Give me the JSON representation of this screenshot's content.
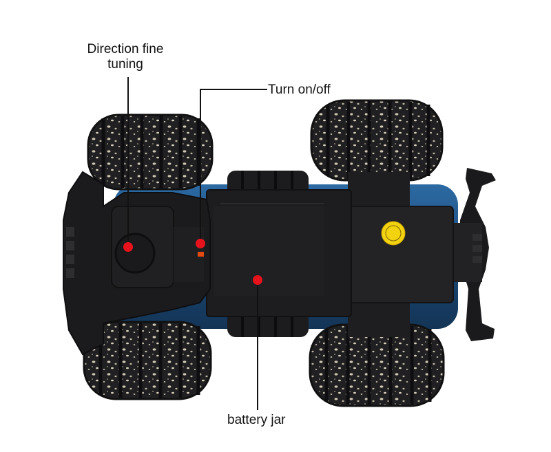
{
  "callouts": {
    "direction_fine_tuning": "Direction fine tuning",
    "turn_on_off": "Turn on/off",
    "battery_jar": "battery jar"
  },
  "colors": {
    "chassis": "#1c1c1e",
    "tire": "#202022",
    "tire_speckle": "#cfc8b4",
    "body_blue": "#1f4f80",
    "marker_red": "#e8121c",
    "sticker_yellow": "#f3d20f",
    "leader_line": "#111111"
  }
}
